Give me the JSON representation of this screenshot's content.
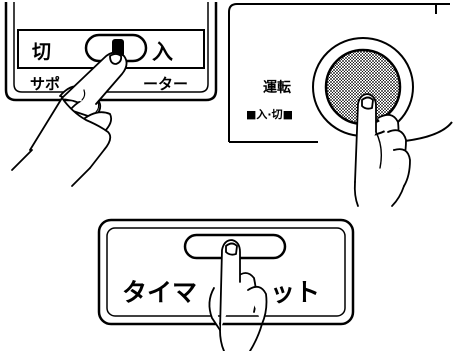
{
  "panel_top_left": {
    "off_label": "切",
    "on_label": "入",
    "caption": "サポートヒーター",
    "caption_visible_left": "サポ",
    "caption_visible_right": "ーター"
  },
  "panel_top_right": {
    "label_main": "運転",
    "label_sub": "■入·切■"
  },
  "panel_bottom": {
    "caption": "タイマーリセット",
    "caption_visible_left": "タイマ",
    "caption_visible_right": "ット"
  },
  "colors": {
    "ink": "#000000",
    "paper": "#ffffff",
    "button_fill": "#7a7a7a"
  },
  "icons": [
    "finger-press-icon"
  ]
}
